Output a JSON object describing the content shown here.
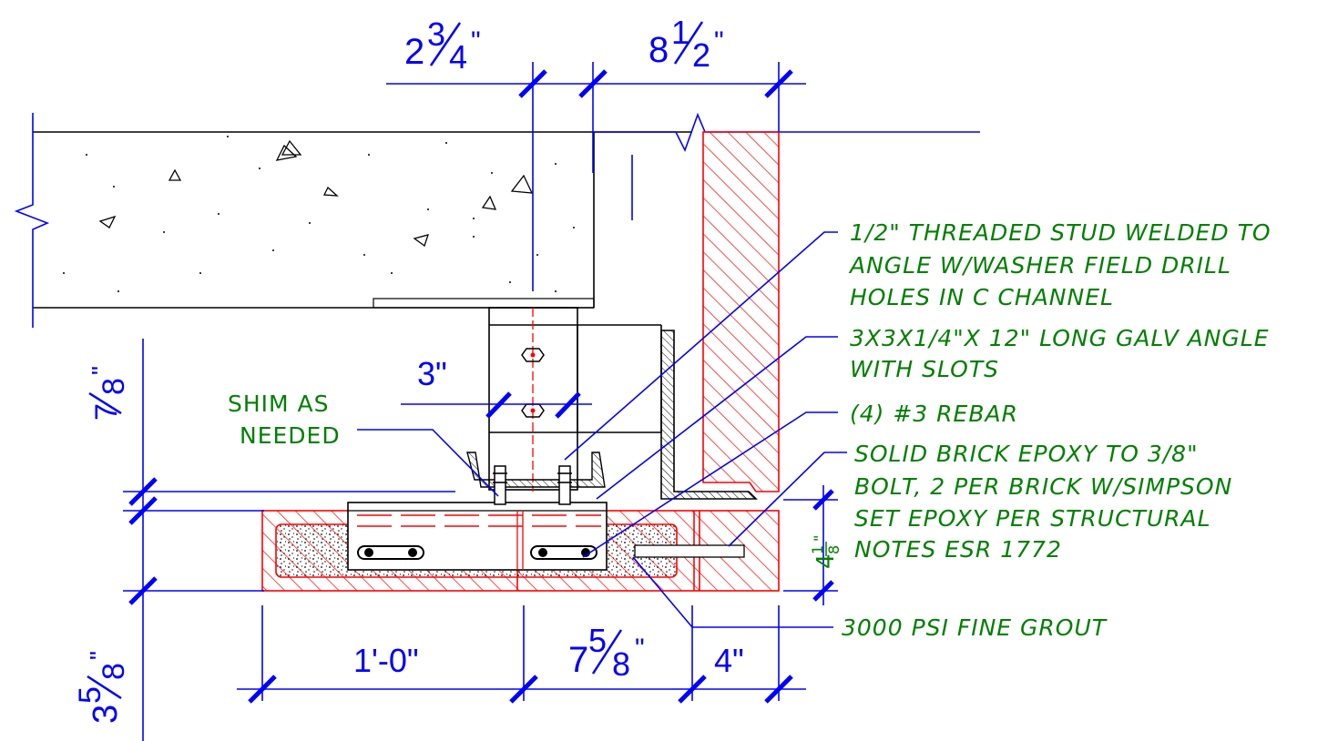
{
  "dimensions": {
    "top_left": {
      "whole": "2",
      "num": "3",
      "den": "4",
      "unit": "\""
    },
    "top_right": {
      "whole": "8",
      "num": "1",
      "den": "2",
      "unit": "\""
    },
    "angle_width": "3\"",
    "left_upper": {
      "num": "7",
      "den": "8",
      "unit": "\""
    },
    "left_lower": {
      "whole": "3",
      "num": "5",
      "den": "8",
      "unit": "\""
    },
    "bottom_1": "1'-0\"",
    "bottom_2": {
      "whole": "7",
      "num": "5",
      "den": "8",
      "unit": "\""
    },
    "bottom_3": "4\"",
    "right_small": {
      "whole": "4",
      "num": "1",
      "den": "8",
      "unit": "\""
    }
  },
  "notes": {
    "stud": [
      "1/2\" THREADED STUD WELDED TO",
      "ANGLE W/WASHER FIELD DRILL",
      "HOLES IN C CHANNEL"
    ],
    "angle": [
      "3X3X1/4\"X 12\" LONG GALV ANGLE",
      "WITH SLOTS"
    ],
    "rebar": [
      "(4) #3 REBAR"
    ],
    "epoxy": [
      "SOLID BRICK EPOXY TO 3/8\"",
      "BOLT, 2 PER BRICK W/SIMPSON",
      "SET EPOXY PER STRUCTURAL",
      "NOTES ESR 1772"
    ],
    "shim": [
      "SHIM AS",
      "NEEDED"
    ],
    "grout": [
      "3000 PSI FINE GROUT"
    ]
  },
  "colors": {
    "dimension": "#0000ff",
    "note": "#008000",
    "masonry": "#ff0000",
    "outline": "#000000"
  }
}
